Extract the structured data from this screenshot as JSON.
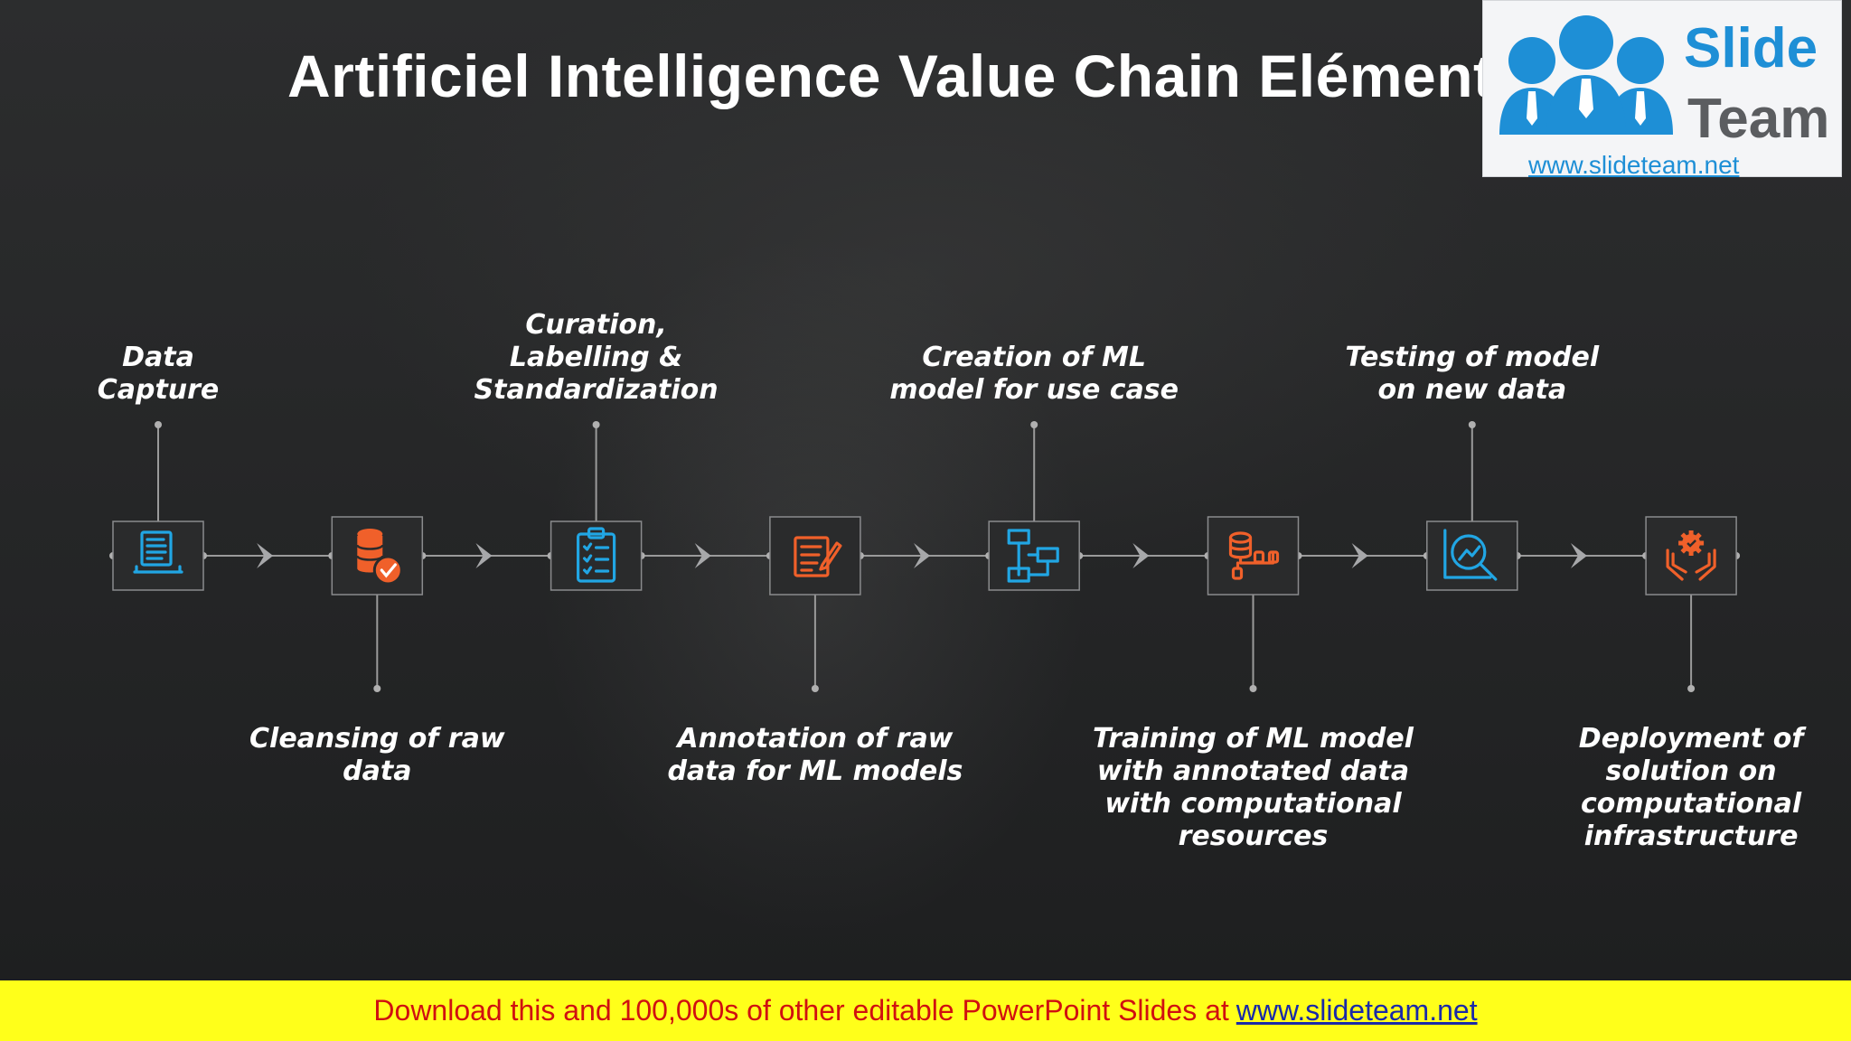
{
  "title": "Artificiel Intelligence Value Chain Eléments",
  "logo": {
    "word1": "Slide",
    "word2": "Team",
    "url": "www.slideteam.net"
  },
  "colors": {
    "blue": "#21a6e4",
    "orange": "#f0602a",
    "connector": "#9a9a9a"
  },
  "steps": [
    {
      "label": "Data Capture",
      "position": "top",
      "icon": "laptop-document-icon",
      "color": "blue"
    },
    {
      "label": "Cleansing of raw data",
      "position": "bottom",
      "icon": "database-check-icon",
      "color": "orange"
    },
    {
      "label": "Curation, Labelling & Standardization",
      "position": "top",
      "icon": "clipboard-checklist-icon",
      "color": "blue"
    },
    {
      "label": "Annotation of raw data for ML models",
      "position": "bottom",
      "icon": "edit-document-icon",
      "color": "orange"
    },
    {
      "label": "Creation of ML model for use case",
      "position": "top",
      "icon": "flowchart-icon",
      "color": "blue"
    },
    {
      "label": "Training of ML model with annotated data with computational resources",
      "position": "bottom",
      "icon": "database-network-icon",
      "color": "orange"
    },
    {
      "label": "Testing of model on new data",
      "position": "top",
      "icon": "magnifier-analysis-icon",
      "color": "blue"
    },
    {
      "label": "Deployment of solution on computational infrastructure",
      "position": "bottom",
      "icon": "hands-gear-icon",
      "color": "orange"
    }
  ],
  "footer": {
    "text": "Download this and 100,000s of other editable PowerPoint Slides at",
    "link": "www.slideteam.net"
  }
}
